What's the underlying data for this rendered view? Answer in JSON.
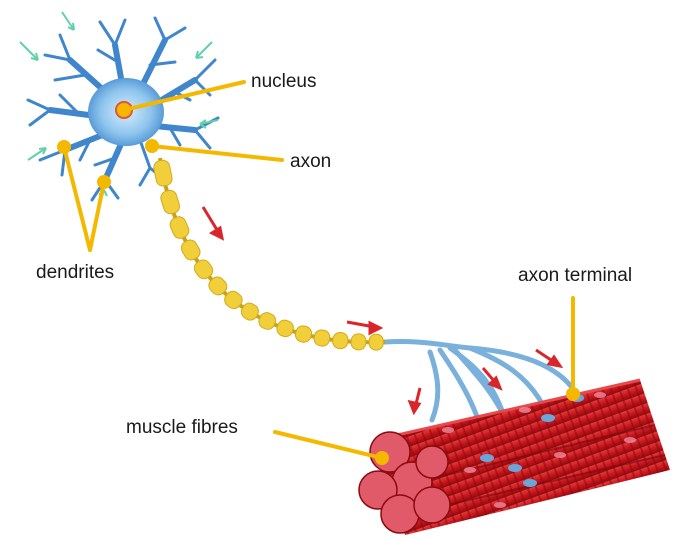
{
  "labels": {
    "nucleus": "nucleus",
    "axon": "axon",
    "dendrites": "dendrites",
    "axon_terminal": "axon terminal",
    "muscle_fibres": "muscle fibres"
  },
  "colors": {
    "leader_line": "#f5b800",
    "cell_body": "#8ec5ee",
    "nucleus_fill": "#e35a3c",
    "myelin": "#f0cf3a",
    "axon_branch": "#7ab0dc",
    "muscle": "#c8161c",
    "signal_arrow": "#d8262b",
    "incoming_arrow": "#62d1a8"
  },
  "icons": [
    "neuron-illustration",
    "muscle-fibre-bundle",
    "signal-arrow-icon"
  ]
}
